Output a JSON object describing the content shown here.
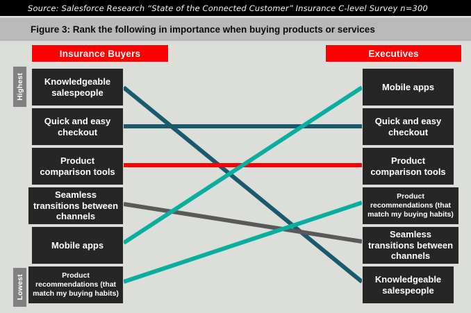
{
  "source": {
    "text": "Source: Salesforce Research “State of the Connected Customer” Insurance C-level Survey n=300"
  },
  "title": {
    "text": "Figure 3: Rank the following in importance when buying products or services"
  },
  "columns": {
    "left": {
      "header": "Insurance Buyers"
    },
    "right": {
      "header": "Executives"
    }
  },
  "scale": {
    "highest": "Highest",
    "lowest": "Lowest"
  },
  "colors": {
    "accent_red": "#fe0000",
    "box_dark": "#262626",
    "background": "#dcdfd9",
    "title_band": "#b9b9b9",
    "tab_gray": "#808080",
    "line_dark_teal": "#1a5a6e",
    "line_bright_teal": "#0aae9f",
    "line_red": "#fe0000",
    "line_gray": "#595959"
  },
  "chart_data": {
    "type": "diagram",
    "title": "Figure 3: Rank the following in importance when buying products or services",
    "left_column_label": "Insurance Buyers",
    "right_column_label": "Executives",
    "scale_top": "Highest",
    "scale_bottom": "Lowest",
    "left_ranking": [
      "Knowledgeable salespeople",
      "Quick and easy checkout",
      "Product comparison tools",
      "Seamless transitions between channels",
      "Mobile apps",
      "Product recommendations (that match my buying habits)"
    ],
    "right_ranking": [
      "Mobile apps",
      "Quick and easy checkout",
      "Product comparison tools",
      "Product recommendations (that match my buying habits)",
      "Seamless transitions between channels",
      "Knowledgeable salespeople"
    ],
    "links": [
      {
        "item": "Knowledgeable salespeople",
        "left_rank": 1,
        "right_rank": 6,
        "color": "#1a5a6e"
      },
      {
        "item": "Quick and easy checkout",
        "left_rank": 2,
        "right_rank": 2,
        "color": "#1a5a6e"
      },
      {
        "item": "Product comparison tools",
        "left_rank": 3,
        "right_rank": 3,
        "color": "#fe0000"
      },
      {
        "item": "Seamless transitions between channels",
        "left_rank": 4,
        "right_rank": 5,
        "color": "#595959"
      },
      {
        "item": "Mobile apps",
        "left_rank": 5,
        "right_rank": 1,
        "color": "#0aae9f"
      },
      {
        "item": "Product recommendations (that match my buying habits)",
        "left_rank": 6,
        "right_rank": 4,
        "color": "#0aae9f"
      }
    ]
  },
  "boxes": {
    "left": [
      {
        "label": "Knowledgeable salespeople",
        "size": "lg"
      },
      {
        "label": "Quick and easy checkout",
        "size": "lg"
      },
      {
        "label": "Product comparison tools",
        "size": "lg"
      },
      {
        "label": "Seamless transitions between channels",
        "size": "lg"
      },
      {
        "label": "Mobile apps",
        "size": "lg"
      },
      {
        "label": "Product recommendations (that match my buying habits)",
        "size": "sm"
      }
    ],
    "right": [
      {
        "label": "Mobile apps",
        "size": "lg"
      },
      {
        "label": "Quick and easy checkout",
        "size": "lg"
      },
      {
        "label": "Product comparison tools",
        "size": "lg"
      },
      {
        "label": "Product recommendations (that match my buying habits)",
        "size": "sm"
      },
      {
        "label": "Seamless transitions between channels",
        "size": "lg"
      },
      {
        "label": "Knowledgeable salespeople",
        "size": "lg"
      }
    ]
  }
}
